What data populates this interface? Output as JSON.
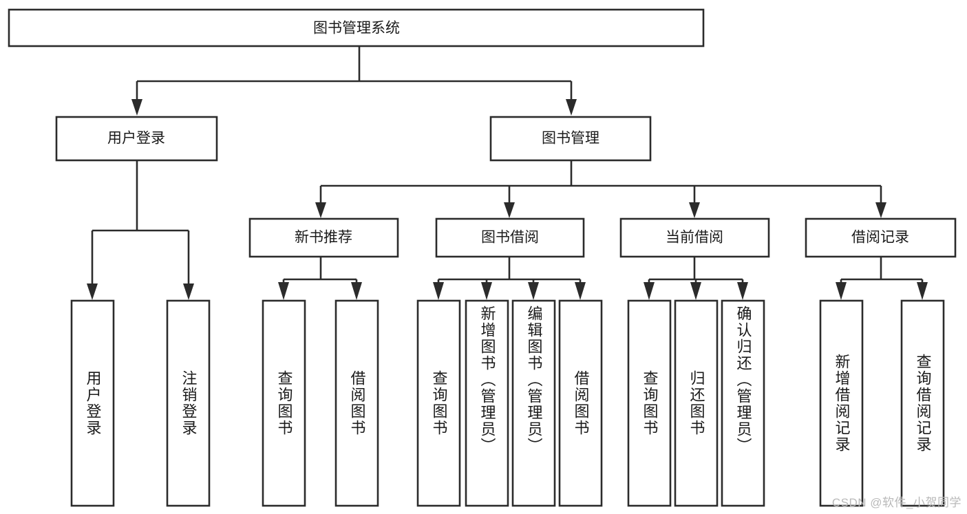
{
  "diagram": {
    "title": "图书管理系统",
    "type": "tree-hierarchy-chart",
    "orientation": "top-down",
    "colors": {
      "box_fill": "#ffffff",
      "box_stroke": "#2b2b2b",
      "text": "#1a1a1a",
      "background": "#ffffff",
      "watermark": "#b9b9b9"
    },
    "root": {
      "label": "图书管理系统"
    },
    "level2": [
      {
        "label": "用户登录"
      },
      {
        "label": "图书管理"
      }
    ],
    "level3": [
      {
        "label": "新书推荐"
      },
      {
        "label": "图书借阅"
      },
      {
        "label": "当前借阅"
      },
      {
        "label": "借阅记录"
      }
    ],
    "leaves": {
      "user_login": [
        {
          "label": "用户登录"
        },
        {
          "label": "注销登录"
        }
      ],
      "new_book_recommend": [
        {
          "label": "查询图书"
        },
        {
          "label": "借阅图书"
        }
      ],
      "book_borrow": [
        {
          "label": "查询图书"
        },
        {
          "label": "新增图书（管理员）"
        },
        {
          "label": "编辑图书（管理员）"
        },
        {
          "label": "借阅图书"
        }
      ],
      "current_borrow": [
        {
          "label": "查询图书"
        },
        {
          "label": "归还图书"
        },
        {
          "label": "确认归还（管理员）"
        }
      ],
      "borrow_record": [
        {
          "label": "新增借阅记录"
        },
        {
          "label": "查询借阅记录"
        }
      ]
    }
  },
  "watermark": {
    "text": "CSDN @软件_小贺同学"
  }
}
